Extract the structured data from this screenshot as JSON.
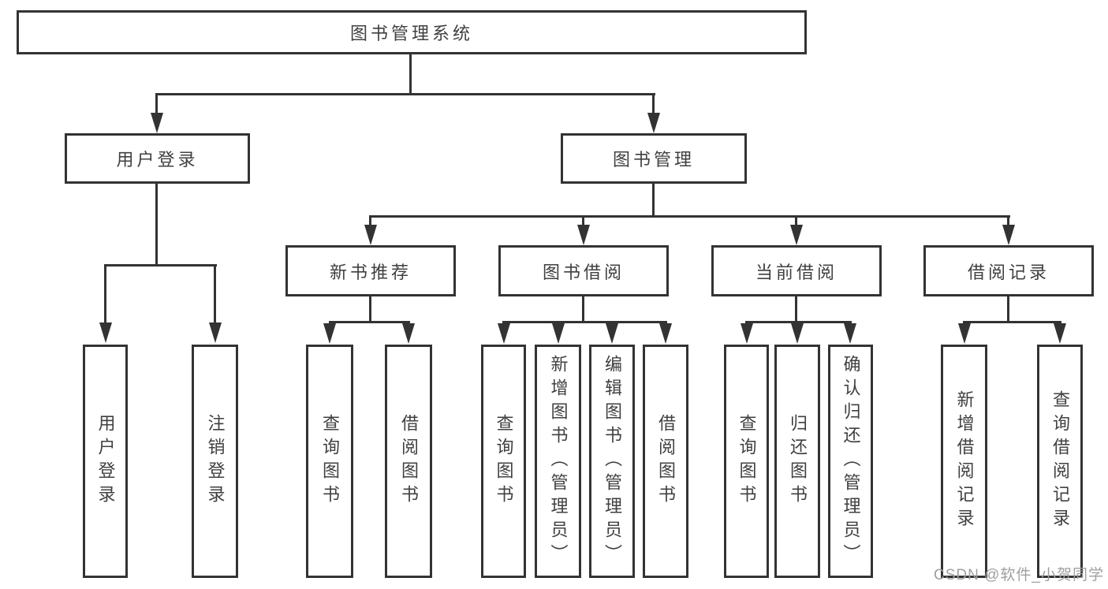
{
  "nodes": {
    "root": "图书管理系统",
    "level2": [
      "用户登录",
      "图书管理"
    ],
    "level3": [
      "新书推荐",
      "图书借阅",
      "当前借阅",
      "借阅记录"
    ],
    "leaves": [
      "用户登录",
      "注销登录",
      "查询图书",
      "借阅图书",
      "查询图书",
      "新增图书（管理员）",
      "编辑图书（管理员）",
      "借阅图书",
      "查询图书",
      "归还图书",
      "确认归还（管理员）",
      "新增借阅记录",
      "查询借阅记录"
    ]
  },
  "watermark": "CSDN @软件_小贺同学",
  "colors": {
    "line": "#333333",
    "text": "#404040",
    "watermark": "#a0a0a0",
    "background": "#ffffff"
  }
}
